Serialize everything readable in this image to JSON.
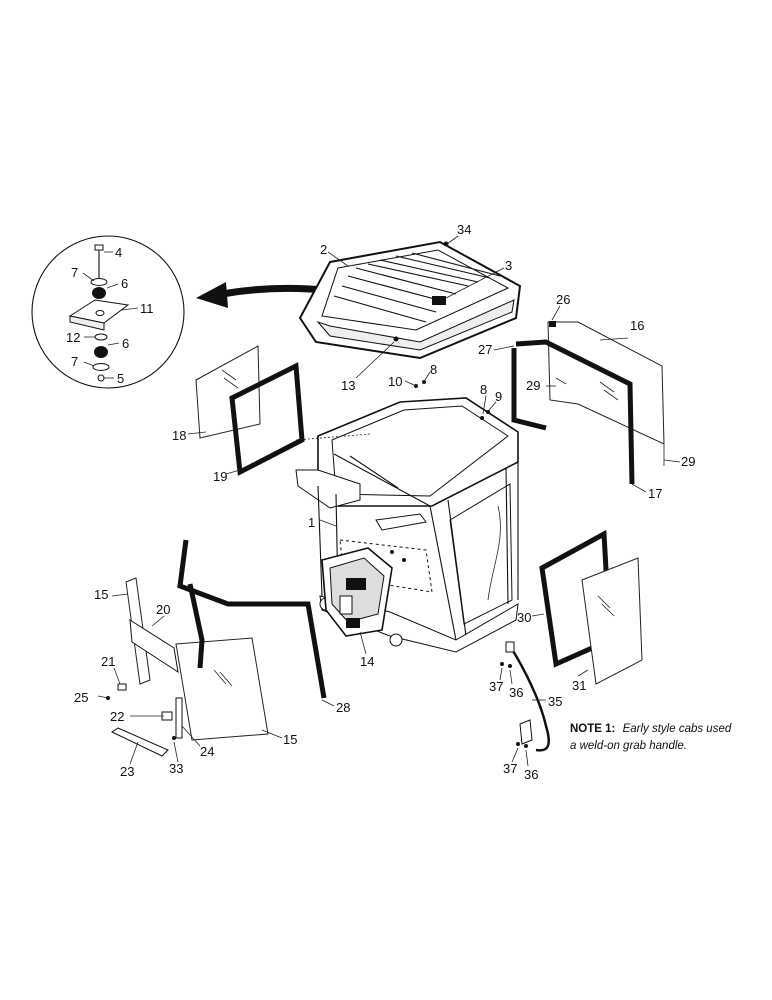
{
  "labels": {
    "l1": "1",
    "l2": "2",
    "l3": "3",
    "l4": "4",
    "l5": "5",
    "l6a": "6",
    "l6b": "6",
    "l7a": "7",
    "l7b": "7",
    "l8a": "8",
    "l8b": "8",
    "l9": "9",
    "l10": "10",
    "l11": "11",
    "l12": "12",
    "l13": "13",
    "l14": "14",
    "l15a": "15",
    "l15b": "15",
    "l16": "16",
    "l17": "17",
    "l18": "18",
    "l19": "19",
    "l20": "20",
    "l21": "21",
    "l22": "22",
    "l23": "23",
    "l24": "24",
    "l25": "25",
    "l26": "26",
    "l27": "27",
    "l28": "28",
    "l29a": "29",
    "l29b": "29",
    "l30": "30",
    "l31": "31",
    "l33": "33",
    "l34": "34",
    "l35": "35",
    "l36a": "36",
    "l36b": "36",
    "l37a": "37",
    "l37b": "37"
  },
  "note": {
    "heading": "NOTE 1:",
    "line1": "Early style cabs used",
    "line2": "a weld-on grab handle."
  }
}
